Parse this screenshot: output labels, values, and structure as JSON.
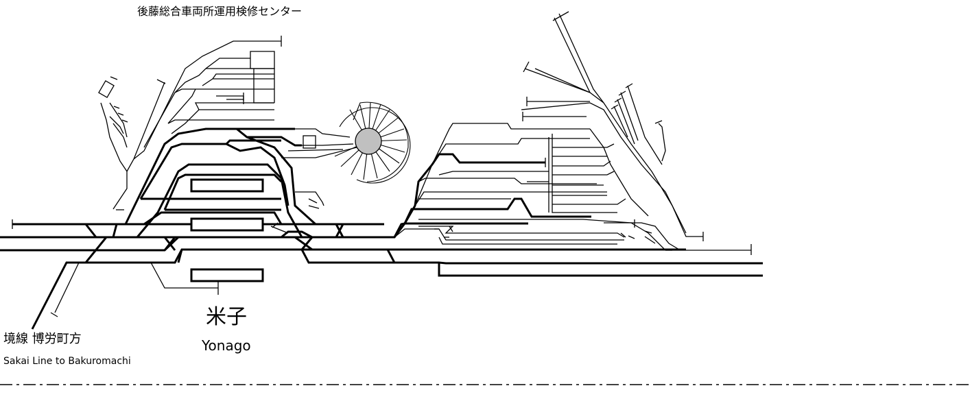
{
  "depot": {
    "name": "後藤総合車両所運用検修センター"
  },
  "station": {
    "name_ja": "米子",
    "name_en": "Yonago"
  },
  "branch_line": {
    "name_ja": "境線 博労町方",
    "name_en": "Sakai Line to Bakuromachi"
  },
  "colors": {
    "track": "#000000",
    "turntable": "#c0c0c0",
    "background": "#ffffff"
  },
  "icons": {
    "turntable": "turntable-icon",
    "platform": "platform-block",
    "buffer_stop": "buffer-stop-icon"
  }
}
